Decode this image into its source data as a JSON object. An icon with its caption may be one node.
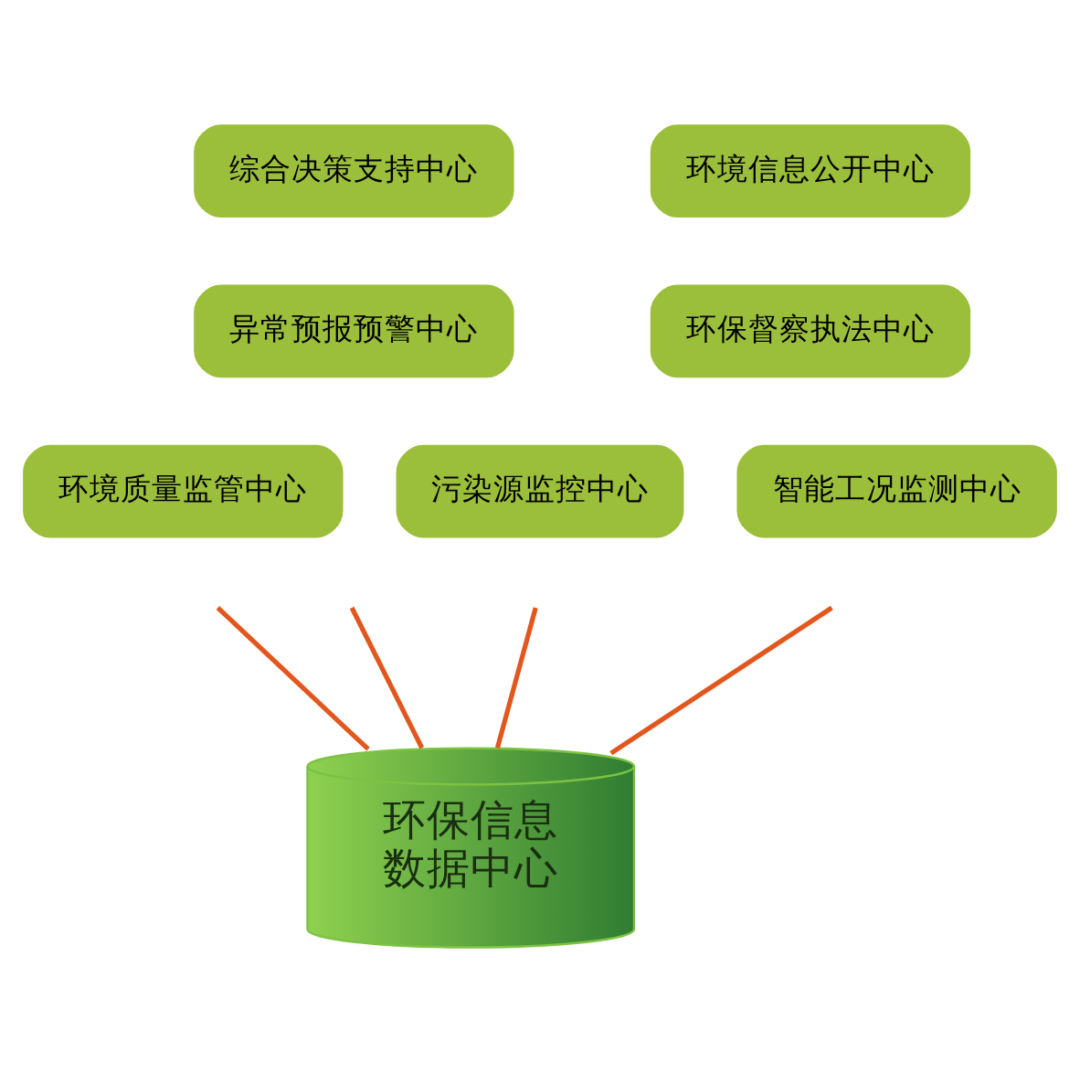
{
  "diagram": {
    "nodes": [
      {
        "text": [
          "综合决策支持中心"
        ]
      },
      {
        "text": [
          "环境信息公开中心"
        ]
      },
      {
        "text": [
          "异常预报预警中心"
        ]
      },
      {
        "text": [
          "环保督察执法中心"
        ]
      },
      {
        "text": [
          "环境质量监管中心"
        ]
      },
      {
        "text": [
          "污染源监控中心"
        ]
      },
      {
        "text": [
          "智能工况监测中心"
        ]
      },
      {
        "text": [
          "环保信息数据中心"
        ]
      }
    ],
    "edges": [
      {
        "from": null,
        "to": 7,
        "arrow": "none"
      },
      {
        "from": null,
        "to": 7,
        "arrow": "none"
      },
      {
        "from": null,
        "to": 7,
        "arrow": "none"
      },
      {
        "from": null,
        "to": 7,
        "arrow": "none"
      }
    ]
  }
}
